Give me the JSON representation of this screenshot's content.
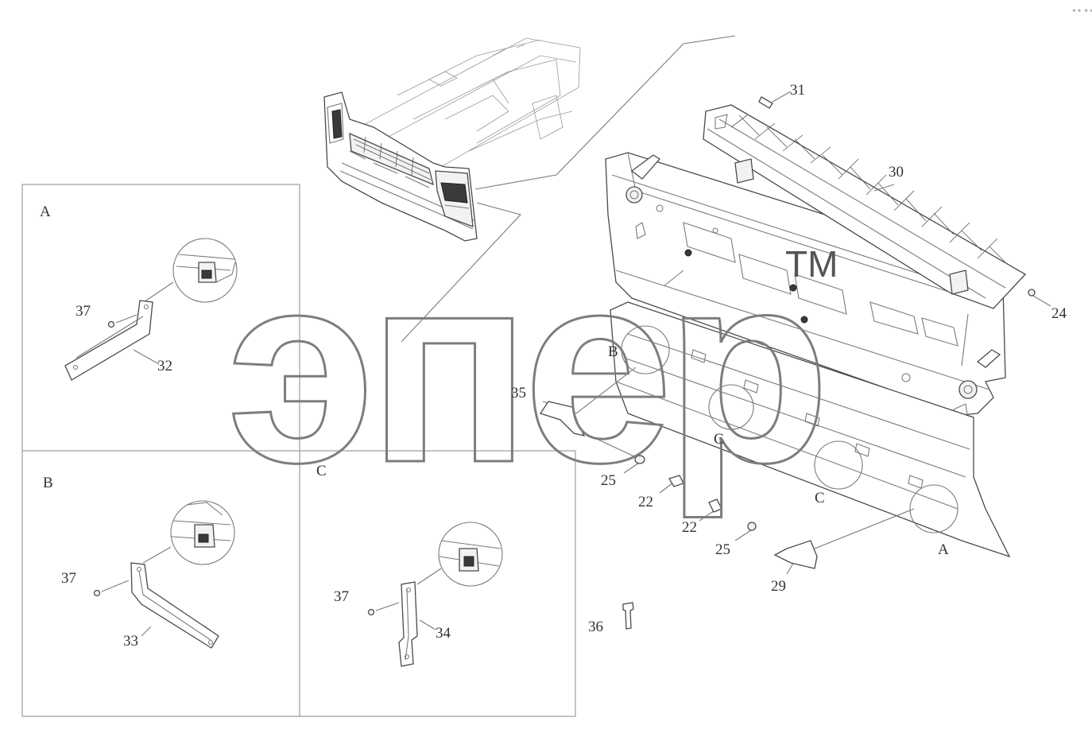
{
  "watermark": {
    "text": "эпер",
    "mark": "TM"
  },
  "views": {
    "a": {
      "label": "A",
      "parts": {
        "screw": "37",
        "bracket": "32"
      }
    },
    "b": {
      "label": "B",
      "parts": {
        "screw": "37",
        "bracket": "33"
      }
    },
    "c": {
      "label": "C",
      "parts": {
        "screw": "37",
        "bracket": "34"
      }
    }
  },
  "main": {
    "top_screw": "31",
    "grille": "30",
    "grille_fastener": "24",
    "left_cover": "35",
    "right_cover": "29",
    "grommet_left": "25",
    "bolt_left": "22",
    "bolt_right": "22",
    "grommet_right": "25",
    "loose_bolt": "36",
    "marker_b": "B",
    "marker_c1": "C",
    "marker_c2": "C",
    "marker_a": "A"
  },
  "corner_mark": "⚬⚬ ⚬⚬"
}
